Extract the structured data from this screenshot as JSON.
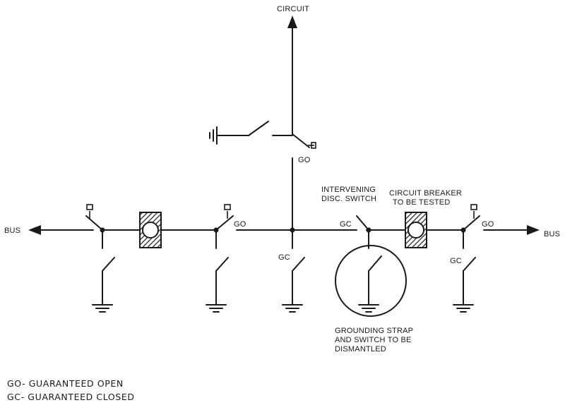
{
  "labels": {
    "circuit": "CIRCUIT",
    "bus_left": "BUS",
    "bus_right": "BUS",
    "go_top": "GO",
    "go_1": "GO",
    "go_2": "GO",
    "gc_1": "GC",
    "gc_2": "GC",
    "gc_3": "GC",
    "intervening_1": "INTERVENING",
    "intervening_2": "DISC. SWITCH",
    "breaker_1": "CIRCUIT BREAKER",
    "breaker_2": "TO BE TESTED",
    "strap_1": "GROUNDING STRAP",
    "strap_2": "AND SWITCH TO BE",
    "strap_3": "DISMANTLED"
  },
  "legend": {
    "go": "GO- GUARANTEED OPEN",
    "gc": "GC- GUARANTEED CLOSED"
  }
}
